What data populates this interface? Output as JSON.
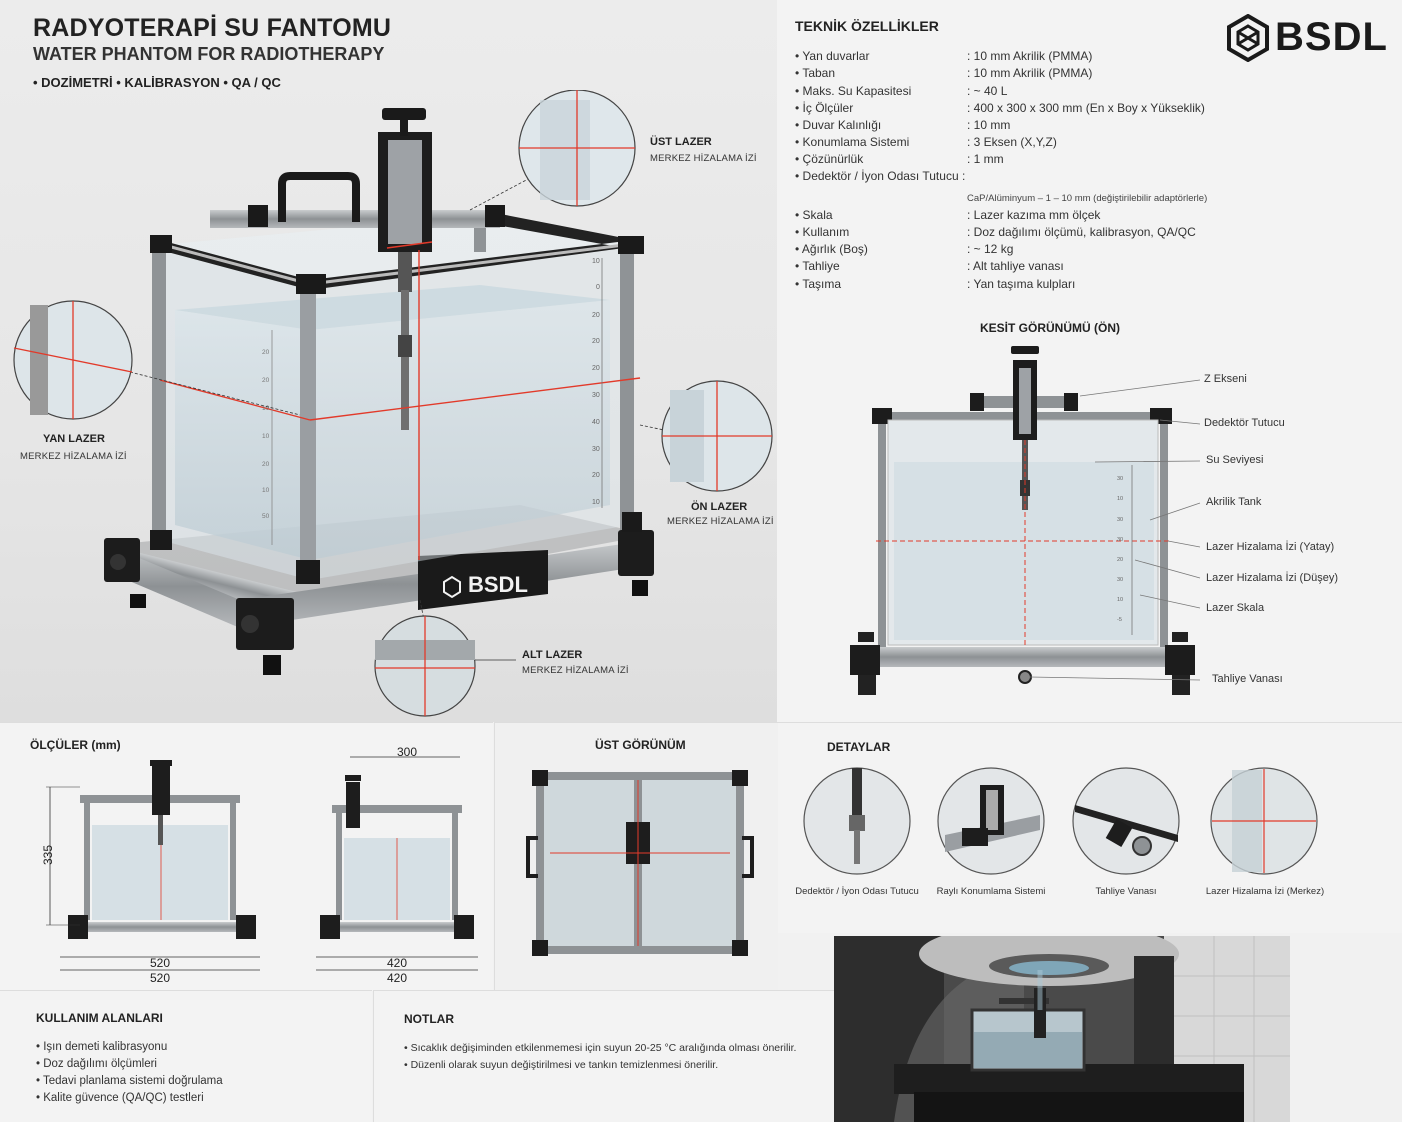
{
  "header": {
    "title_tr": "RADYOTERAPİ SU FANTOMU",
    "title_en": "WATER PHANTOM FOR RADIOTHERAPY",
    "tags": "• DOZİMETRİ • KALİBRASYON • QA / QC"
  },
  "brand": {
    "name": "BSDL"
  },
  "hero_callouts": {
    "top": {
      "title": "ÜST LAZER",
      "sub": "MERKEZ HİZALAMA İZİ"
    },
    "side": {
      "title": "YAN LAZER",
      "sub": "MERKEZ HİZALAMA İZİ"
    },
    "front": {
      "title": "ÖN LAZER",
      "sub": "MERKEZ HİZALAMA İZİ"
    },
    "bottom": {
      "title": "ALT LAZER",
      "sub": "MERKEZ HİZALAMA İZİ"
    }
  },
  "specs": {
    "title": "TEKNİK ÖZELLİKLER",
    "rows": [
      {
        "label": "• Yan duvarlar",
        "value": ": 10 mm Akrilik (PMMA)"
      },
      {
        "label": "• Taban",
        "value": ": 10 mm Akrilik (PMMA)"
      },
      {
        "label": "• Maks. Su Kapasitesi",
        "value": ": ~ 40 L"
      },
      {
        "label": "• İç Ölçüler",
        "value": ": 400 x 300 x 300 mm (En x Boy x Yükseklik)"
      },
      {
        "label": "• Duvar Kalınlığı",
        "value": ": 10 mm"
      },
      {
        "label": "• Konumlama Sistemi",
        "value": ": 3 Eksen (X,Y,Z)"
      },
      {
        "label": "• Çözünürlük",
        "value": ": 1 mm"
      },
      {
        "label": "• Dedektör / İyon Odası Tutucu :",
        "value": ""
      },
      {
        "label": "",
        "value": "CaP/Alüminyum – 1 – 10 mm (değiştirilebilir adaptörlerle)"
      },
      {
        "label": "• Skala",
        "value": ": Lazer kazıma mm ölçek"
      },
      {
        "label": "• Kullanım",
        "value": ": Doz dağılımı ölçümü, kalibrasyon, QA/QC"
      },
      {
        "label": "• Ağırlık (Boş)",
        "value": ": ~ 12 kg"
      },
      {
        "label": "• Tahliye",
        "value": ": Alt tahliye vanası"
      },
      {
        "label": "• Taşıma",
        "value": ": Yan taşıma kulpları"
      }
    ]
  },
  "section": {
    "title": "KESİT GÖRÜNÜMÜ (ÖN)",
    "labels": [
      "Z Ekseni",
      "Dedektör Tutucu",
      "Su Seviyesi",
      "Akrilik Tank",
      "Lazer Hizalama İzi (Yatay)",
      "Lazer Hizalama İzi  (Düşey)",
      "Lazer Skala",
      "Tahliye Vanası"
    ]
  },
  "dims": {
    "title": "ÖLÇÜLER (mm)",
    "height": "335",
    "front_width": "520",
    "front_width2": "520",
    "side_top": "300",
    "side_width": "420",
    "side_width2": "420"
  },
  "top_view": {
    "title": "ÜST GÖRÜNÜM"
  },
  "details": {
    "title": "DETAYLAR",
    "items": [
      "Dedektör / İyon Odası Tutucu",
      "Raylı Konumlama Sistemi",
      "Tahliye Vanası",
      "Lazer Hizalama İzi (Merkez)"
    ]
  },
  "usage": {
    "title": "KULLANIM ALANLARI",
    "items": [
      "• Işın demeti kalibrasyonu",
      "• Doz dağılımı ölçümleri",
      "• Tedavi planlama sistemi doğrulama",
      "• Kalite güvence (QA/QC) testleri"
    ]
  },
  "notes": {
    "title": "NOTLAR",
    "items": [
      "• Sıcaklık değişiminden etkilenmemesi için suyun 20-25 °C aralığında olması önerilir.",
      "• Düzenli olarak suyun değiştirilmesi ve tankın temizlenmesi önerilir."
    ]
  },
  "scale_ticks": [
    "10",
    "0",
    "20",
    "20",
    "20",
    "30",
    "40",
    "30",
    "20",
    "10"
  ],
  "colors": {
    "laser": "#e23a2a",
    "frame": "#1d1d1d",
    "rail": "#9a9ea2",
    "water": "#cfdde4"
  }
}
